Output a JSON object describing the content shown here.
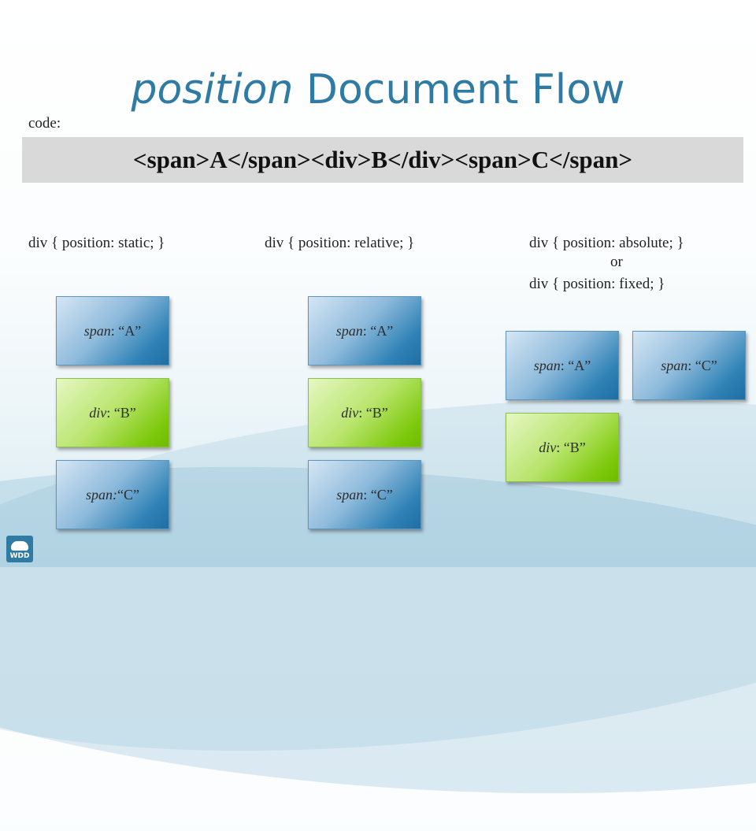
{
  "slide": {
    "title_italic": "position",
    "title_rest": " Document Flow",
    "code_label": "code:",
    "code": "<span>A</span><div>B</div><span>C</span>"
  },
  "columns": {
    "static": {
      "heading": "div { position: static; }",
      "box_a": {
        "name": "span",
        "value": ": “A”"
      },
      "box_b": {
        "name": "div",
        "value": ": “B”"
      },
      "box_c": {
        "name": "span:",
        "value": " “C”"
      }
    },
    "relative": {
      "heading": "div { position: relative; }",
      "box_a": {
        "name": "span",
        "value": ": “A”"
      },
      "box_b": {
        "name": "div",
        "value": ": “B”"
      },
      "box_c": {
        "name": "span",
        "value": ": “C”"
      }
    },
    "absolute": {
      "heading": "div { position: absolute; }",
      "or_text": "or",
      "heading2": "div { position: fixed; }",
      "box_a": {
        "name": "span",
        "value": ": “A”"
      },
      "box_c": {
        "name": "span",
        "value": ": “C”"
      },
      "box_b": {
        "name": "div",
        "value": ": “B”"
      }
    }
  },
  "logo": {
    "text": "WDD"
  },
  "colors": {
    "title": "#2f7ba4",
    "code_bg": "#d9d9d9",
    "span_box": "#2f82b6",
    "div_box": "#7cc80a"
  }
}
